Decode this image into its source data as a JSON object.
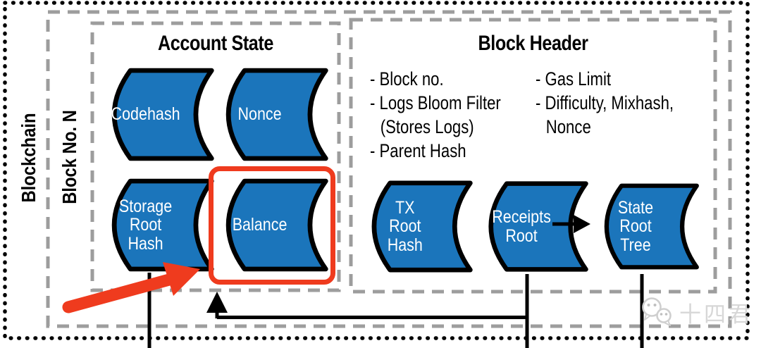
{
  "blockchain_label": "Blockchain",
  "block_label": "Block No. N",
  "account_state": {
    "title": "Account State",
    "shapes": {
      "codehash": "Codehash",
      "nonce": "Nonce",
      "storage_root_hash": "Storage\nRoot\nHash",
      "balance": "Balance"
    }
  },
  "block_header": {
    "title": "Block Header",
    "fields_left": [
      "- Block no.",
      "- Logs Bloom Filter",
      "(Stores Logs)",
      "- Parent Hash"
    ],
    "fields_right": [
      "- Gas Limit",
      "- Difficulty, Mixhash,",
      "Nonce"
    ],
    "shapes": {
      "tx_root_hash": "TX\nRoot\nHash",
      "receipts_root": "Receipts\nRoot",
      "state_root_tree": "State\nRoot\nTree"
    }
  },
  "watermark": {
    "text": "十四君",
    "icon": "wechat-icon"
  },
  "colors": {
    "shape_fill": "#1b75bb",
    "shape_outline": "#000000",
    "shape_text": "#ffffff",
    "dashed_border": "#9d9d9d",
    "dotted_border": "#000000",
    "highlight_red": "#ef3b1e",
    "watermark_gray": "#d7d7d7"
  }
}
